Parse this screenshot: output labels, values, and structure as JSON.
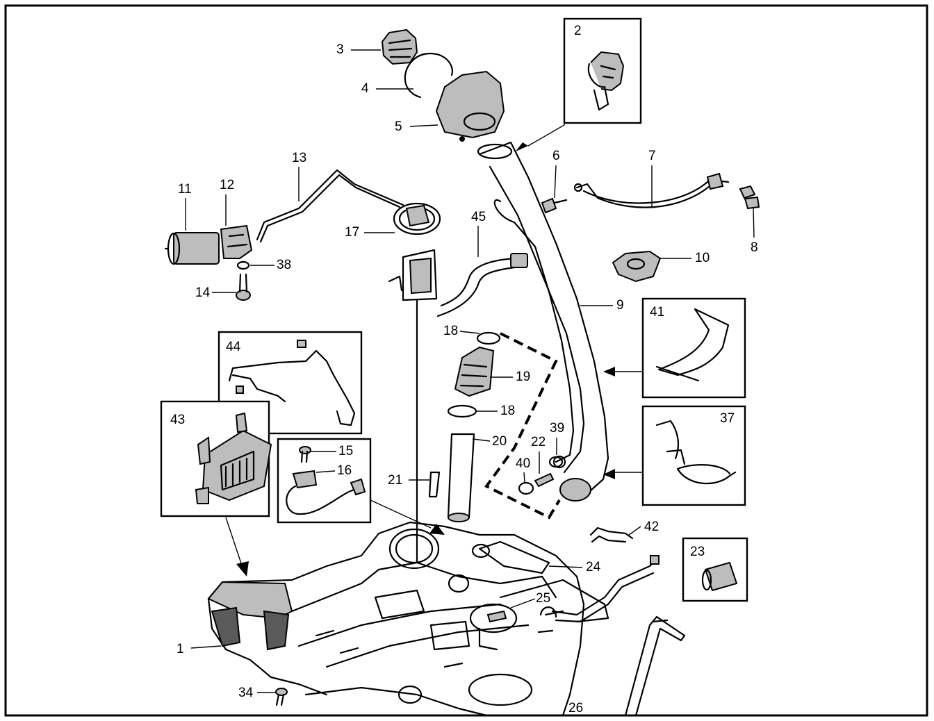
{
  "callouts": {
    "c1": "1",
    "c2": "2",
    "c3": "3",
    "c4": "4",
    "c5": "5",
    "c6": "6",
    "c7": "7",
    "c8": "8",
    "c9": "9",
    "c10": "10",
    "c11": "11",
    "c12": "12",
    "c13": "13",
    "c14": "14",
    "c15": "15",
    "c16": "16",
    "c17": "17",
    "c18a": "18",
    "c18b": "18",
    "c19": "19",
    "c20": "20",
    "c21": "21",
    "c22": "22",
    "c23": "23",
    "c24": "24",
    "c25": "25",
    "c26": "26",
    "c34": "34",
    "c37": "37",
    "c38": "38",
    "c39": "39",
    "c40": "40",
    "c41": "41",
    "c42": "42",
    "c43": "43",
    "c44": "44",
    "c45": "45"
  }
}
